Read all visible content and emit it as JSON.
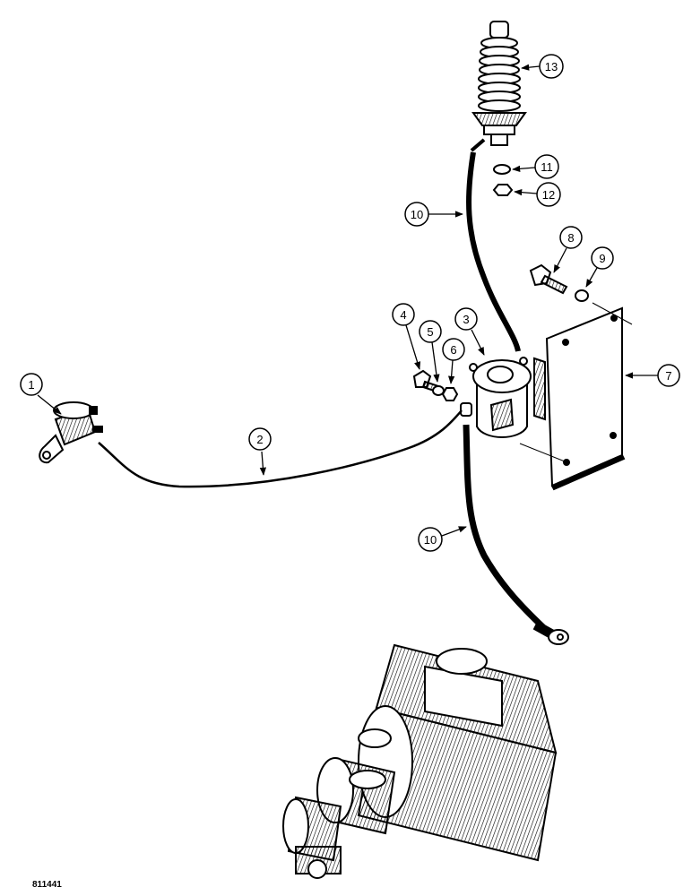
{
  "figure_number": "811441",
  "callouts": [
    {
      "id": "c1",
      "label": "1"
    },
    {
      "id": "c2",
      "label": "2"
    },
    {
      "id": "c3",
      "label": "3"
    },
    {
      "id": "c4",
      "label": "4"
    },
    {
      "id": "c5",
      "label": "5"
    },
    {
      "id": "c6",
      "label": "6"
    },
    {
      "id": "c7",
      "label": "7"
    },
    {
      "id": "c8",
      "label": "8"
    },
    {
      "id": "c9",
      "label": "9"
    },
    {
      "id": "c10a",
      "label": "10"
    },
    {
      "id": "c10b",
      "label": "10"
    },
    {
      "id": "c11",
      "label": "11"
    },
    {
      "id": "c12",
      "label": "12"
    },
    {
      "id": "c13",
      "label": "13"
    }
  ],
  "icons": {
    "key_switch": "key-switch-icon",
    "solenoid": "solenoid-icon",
    "mounting_plate": "mounting-plate-icon",
    "starter_motor": "starter-motor-icon",
    "ignition_coil": "ignition-coil-icon"
  }
}
